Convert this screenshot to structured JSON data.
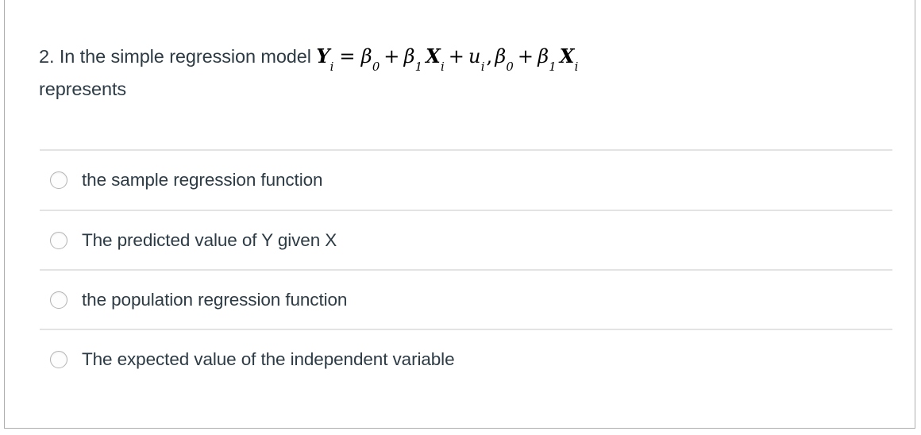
{
  "card": {
    "border_color": "#aeaeae",
    "background": "#ffffff"
  },
  "question": {
    "number": "2.",
    "text_before_math": "In the simple regression model",
    "text_after_math": "represents",
    "formula_plain": "Y_i = β_0 + β_1 X_i + u_i , β_0 + β_1 X_i",
    "formula_parts": {
      "y": "Y",
      "y_sub": "i",
      "equals": "=",
      "beta": "β",
      "beta0_sub": "0",
      "beta1_sub": "1",
      "plus": "+",
      "x": "X",
      "x_sub": "i",
      "u": "u",
      "u_sub": "i",
      "comma": ",",
      "text_color": "#000000"
    },
    "text_color": "#2d3b45"
  },
  "answers": {
    "selected": null,
    "separator_color": "#e3e3e3",
    "radio_icon": "radio-unchecked-icon",
    "options": [
      {
        "label": "the sample regression function",
        "selected": false
      },
      {
        "label": "The predicted value of Y given X",
        "selected": false
      },
      {
        "label": "the population regression function",
        "selected": false
      },
      {
        "label": "The expected value of the independent variable",
        "selected": false
      }
    ]
  }
}
